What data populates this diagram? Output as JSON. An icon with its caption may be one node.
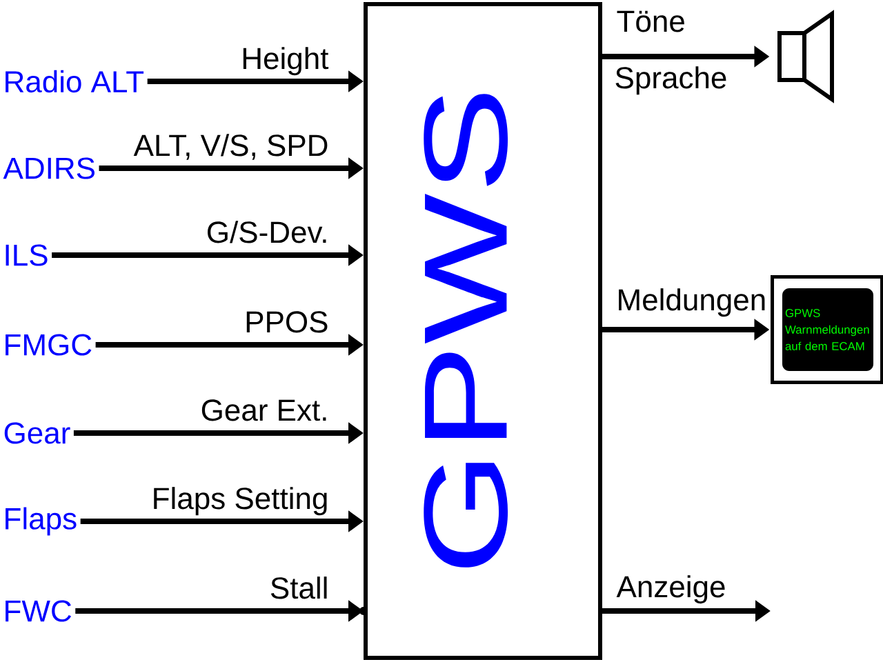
{
  "diagram": {
    "nodes": [
      {
        "text": [
          "Radio ALT"
        ]
      },
      {
        "text": [
          "ADIRS"
        ]
      },
      {
        "text": [
          "ILS"
        ]
      },
      {
        "text": [
          "FMGC"
        ]
      },
      {
        "text": [
          "Gear"
        ]
      },
      {
        "text": [
          "Flaps"
        ]
      },
      {
        "text": [
          "FWC"
        ]
      },
      {
        "text": [
          "GPWS"
        ]
      },
      {
        "text": [],
        "shape": "picture"
      },
      {
        "text": [
          "GPWS Warnmeldungen auf dem ECAM"
        ]
      }
    ],
    "edges": [
      {
        "from": 0,
        "to": 7,
        "arrow": "to",
        "label": "Height"
      },
      {
        "from": 1,
        "to": 7,
        "arrow": "to",
        "label": "ALT, V/S, SPD"
      },
      {
        "from": 2,
        "to": 7,
        "arrow": "to",
        "label": "G/S-Dev."
      },
      {
        "from": 3,
        "to": 7,
        "arrow": "to",
        "label": "PPOS"
      },
      {
        "from": 4,
        "to": 7,
        "arrow": "to",
        "label": "Gear Ext."
      },
      {
        "from": 5,
        "to": 7,
        "arrow": "to",
        "label": "Flaps Setting"
      },
      {
        "from": 6,
        "to": 7,
        "arrow": "to",
        "label": "Stall"
      },
      {
        "from": 7,
        "to": 8,
        "arrow": "to",
        "label": "Töne"
      },
      {
        "from": 7,
        "to": 9,
        "arrow": "to",
        "label": "Meldungen"
      },
      {
        "from": 7,
        "to": null,
        "arrow": "to",
        "label": "Anzeige"
      }
    ],
    "labels": [
      "Sprache"
    ]
  }
}
